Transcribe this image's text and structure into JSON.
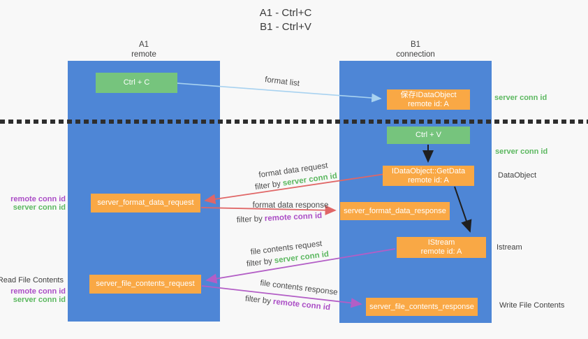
{
  "title": {
    "line1": "A1 - Ctrl+C",
    "line2": "B1 - Ctrl+V"
  },
  "columns": {
    "left": {
      "name": "A1",
      "role": "remote"
    },
    "right": {
      "name": "B1",
      "role": "connection"
    }
  },
  "nodes": {
    "ctrl_c": {
      "label": "Ctrl + C"
    },
    "ctrl_v": {
      "label": "Ctrl + V"
    },
    "save_dataobject": {
      "line1": "保存IDataObject",
      "line2": "remote id: A"
    },
    "getdata": {
      "line1": "IDataObject::GetData",
      "line2": "remote id: A"
    },
    "istream": {
      "line1": "IStream",
      "line2": "remote id: A"
    },
    "format_request": {
      "label": "server_format_data_request"
    },
    "format_response": {
      "label": "server_format_data_response"
    },
    "file_request": {
      "label": "server_file_contents_request"
    },
    "file_response": {
      "label": "server_file_contents_response"
    }
  },
  "flow_labels": {
    "format_list": "format list",
    "format_request": "format data request",
    "format_request_filter": {
      "prefix": "filter by",
      "id": "server conn id"
    },
    "format_response": "format data response",
    "format_response_filter": {
      "prefix": "filter by",
      "id": "remote conn id"
    },
    "file_request": "file contents request",
    "file_request_filter": {
      "prefix": "filter by",
      "id": "server conn id"
    },
    "file_response": "file contents response",
    "file_response_filter": {
      "prefix": "filter by",
      "id": "remote conn id"
    }
  },
  "annotations": {
    "server_conn_right_top": "server conn id",
    "server_conn_right_mid": "server conn id",
    "dataobject": "DataObject",
    "istream": "Istream",
    "write_file_contents": "Write File Contents",
    "remote_conn_left_top": "remote conn id",
    "server_conn_left_top": "server conn id",
    "read_file_contents": "Read File Contents",
    "remote_conn_left_bottom": "remote conn id",
    "server_conn_left_bottom": "server conn id"
  },
  "colors": {
    "column_blue": "#4e86d6",
    "node_green": "#76c47d",
    "node_orange": "#f9a845",
    "arrow_red": "#e06666",
    "arrow_purple": "#b35ec6",
    "arrow_light_blue": "#a8d2f0",
    "arrow_black": "#1f1f1f",
    "id_green": "#5cb860",
    "id_purple": "#ab4ec6"
  }
}
